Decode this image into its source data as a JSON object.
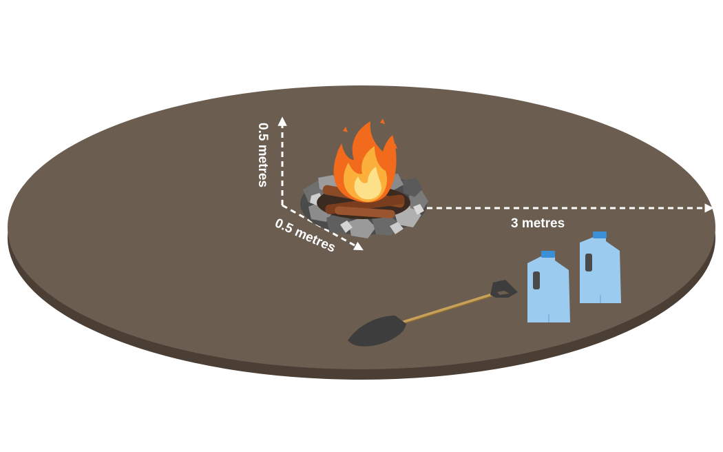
{
  "labels": {
    "height": "0.5 metres",
    "depth": "0.5 metres",
    "clearance": "3 metres"
  },
  "colors": {
    "background": "#ffffff",
    "ground_top": "#6b5e51",
    "ground_side": "#4a3e35",
    "dashed_line": "#ffffff",
    "flame_outer": "#f26a1b",
    "flame_inner": "#fbb03b",
    "stone": "#5c5c5c",
    "stone_light": "#a7a7a7",
    "log": "#8b4a26",
    "water_bottle": "#9ccbf0",
    "bottle_cap": "#3a8fd6",
    "shovel_blade": "#3d3d3d",
    "shovel_handle": "#c7a15a"
  },
  "icons": [
    "campfire-icon",
    "shovel-icon",
    "water-bottle-icon",
    "water-bottle-icon"
  ]
}
